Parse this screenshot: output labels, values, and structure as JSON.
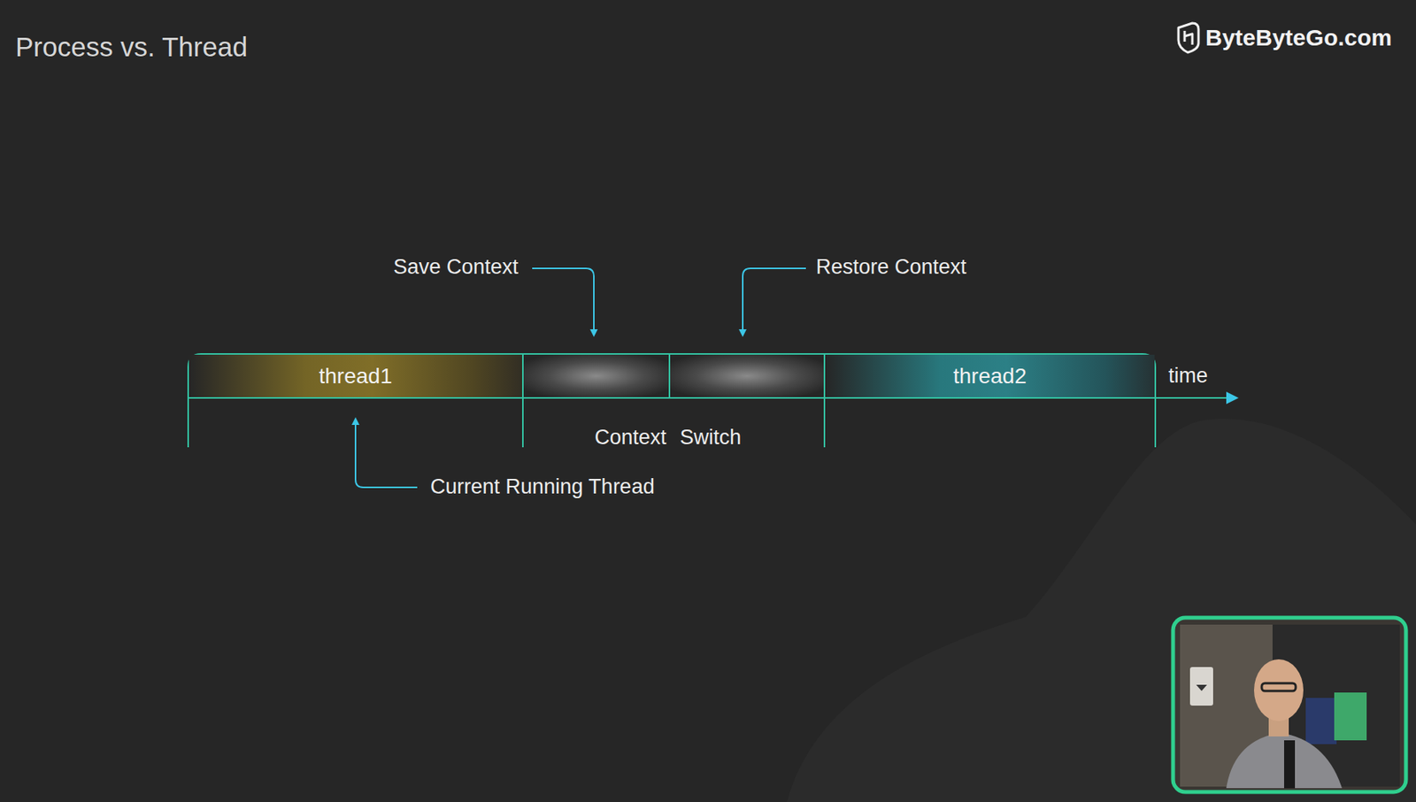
{
  "diagram": {
    "title": "Process vs. Thread",
    "nodes": [
      {
        "text": [
          "thread1"
        ]
      },
      {
        "text": [
          "thread2"
        ]
      }
    ],
    "labels": [
      "ByteByteGo.com",
      "Save Context",
      "Restore Context",
      "time",
      "Context Switch",
      "Current Running Thread"
    ]
  }
}
